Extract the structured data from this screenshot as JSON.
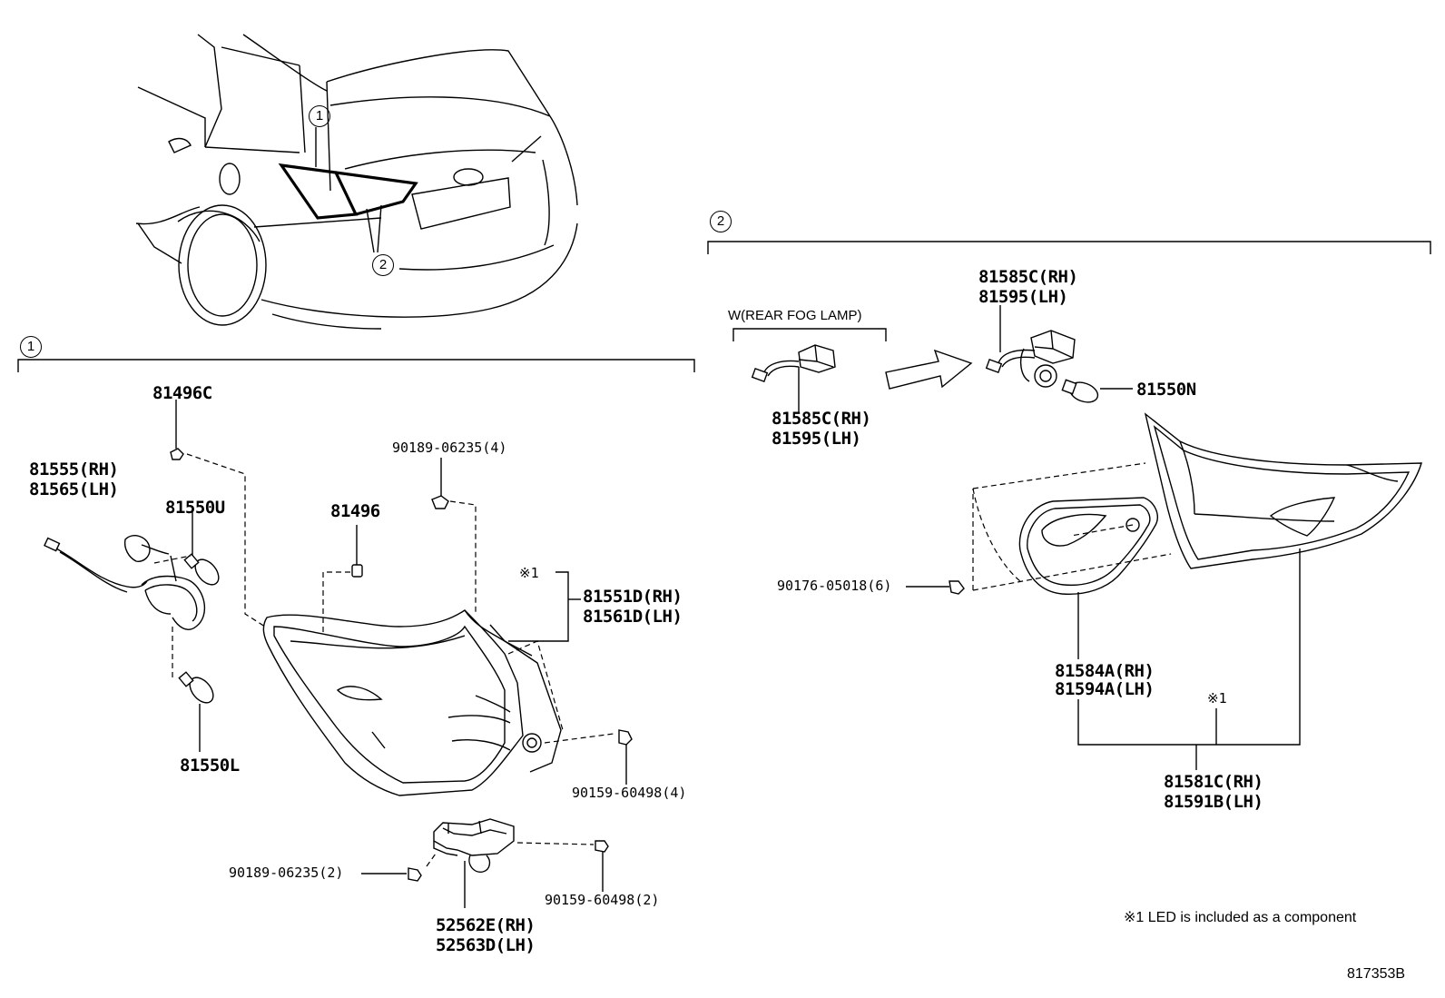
{
  "callouts": {
    "one": "1",
    "two": "2"
  },
  "variant": "W(REAR FOG LAMP)",
  "parts": {
    "p81496c": "81496C",
    "p81555": "81555(RH)",
    "p81565": "81565(LH)",
    "p81550u": "81550U",
    "p81550l": "81550L",
    "p81496": "81496",
    "p90189_4": "90189-06235(4)",
    "led_mark_left": "※1",
    "p81551d": "81551D(RH)",
    "p81561d": "81561D(LH)",
    "p90159_4": "90159-60498(4)",
    "p90189_2": "90189-06235(2)",
    "p90159_2": "90159-60498(2)",
    "p52562e": "52562E(RH)",
    "p52563d": "52563D(LH)",
    "p81585c_a": "81585C(RH)",
    "p81595_a": "81595(LH)",
    "p81585c_b": "81585C(RH)",
    "p81595_b": "81595(LH)",
    "p81550n": "81550N",
    "p90176": "90176-05018(6)",
    "p81584a": "81584A(RH)",
    "p81594a": "81594A(LH)",
    "led_mark_right": "※1",
    "p81581c": "81581C(RH)",
    "p81591b": "81591B(LH)"
  },
  "footnote": "※1 LED is included as a component",
  "diagram_id": "817353B"
}
